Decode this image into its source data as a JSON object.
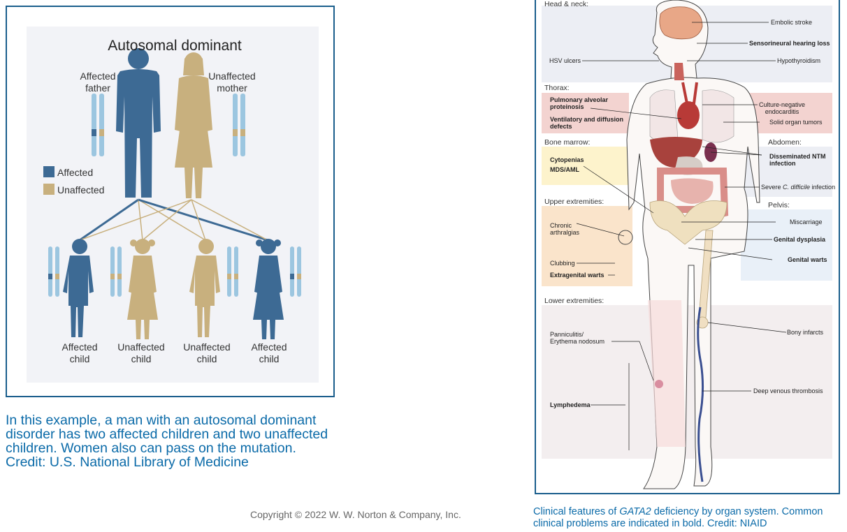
{
  "left": {
    "title": "Autosomal dominant",
    "father_label": [
      "Affected",
      "father"
    ],
    "mother_label": [
      "Unaffected",
      "mother"
    ],
    "legend": [
      {
        "label": "Affected",
        "color": "#3d6a94"
      },
      {
        "label": "Unaffected",
        "color": "#c8b07e"
      }
    ],
    "children": [
      {
        "line1": "Affected",
        "line2": "child",
        "status": "affected"
      },
      {
        "line1": "Unaffected",
        "line2": "child",
        "status": "unaffected"
      },
      {
        "line1": "Unaffected",
        "line2": "child",
        "status": "unaffected"
      },
      {
        "line1": "Affected",
        "line2": "child",
        "status": "affected"
      }
    ],
    "caption": "In this example, a man with an autosomal dominant disorder has two affected children and two unaffected children. Women also can pass on the mutation. Credit: U.S. National Library of Medicine"
  },
  "copyright": "Copyright © 2022 W. W. Norton & Company, Inc.",
  "right": {
    "sections": {
      "head": "Head & neck:",
      "thorax": "Thorax:",
      "bone": "Bone marrow:",
      "abdomen": "Abdomen:",
      "upper": "Upper extremities:",
      "pelvis": "Pelvis:",
      "lower": "Lower extremities:"
    },
    "labels": {
      "embolic": "Embolic stroke",
      "hearing": "Sensorineural hearing loss",
      "hsv": "HSV ulcers",
      "hypothyroid": "Hypothyroidism",
      "pap1": "Pulmonary alveolar",
      "pap2": "proteinosis",
      "vent1": "Ventilatory and diffusion",
      "vent2": "defects",
      "culture1": "Culture-negative",
      "culture2": "endocarditis",
      "solid": "Solid organ tumors",
      "cyto": "Cytopenias",
      "mds": "MDS/AML",
      "ntm1": "Disseminated NTM",
      "ntm2": "infection",
      "cdiff_pre": "Severe ",
      "cdiff_it": "C. difficile",
      "cdiff_post": " infection",
      "arth1": "Chronic",
      "arth2": "arthralgias",
      "clubbing": "Clubbing",
      "extragenital": "Extragenital warts",
      "miscarriage": "Miscarriage",
      "dysplasia": "Genital dysplasia",
      "gwarts": "Genital warts",
      "bony": "Bony infarcts",
      "pann1": "Panniculitis/",
      "pann2": "Erythema nodosum",
      "dvt": "Deep venous thrombosis",
      "lymph": "Lymphedema"
    },
    "caption_pre": "Clinical features of ",
    "caption_gene": "GATA2",
    "caption_post": " deficiency by organ system. Common clinical problems are indicated in bold. Credit: NIAID"
  },
  "colors": {
    "affected": "#3d6a94",
    "unaffected": "#c8b07e",
    "chrom": "#9cc6e0",
    "frame": "#1a5e8c",
    "caption": "#0a6aa8"
  }
}
